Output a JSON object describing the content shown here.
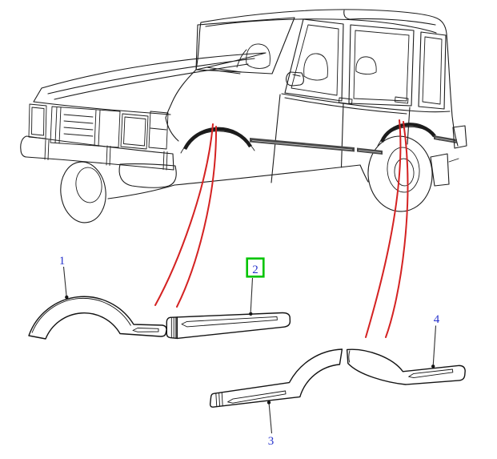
{
  "diagram": {
    "description": "vehicle body side mouldings parts diagram",
    "callouts": [
      {
        "number": "1",
        "part": "front-wheel-arch-moulding",
        "highlighted": false
      },
      {
        "number": "2",
        "part": "front-door-moulding-strip",
        "highlighted": true
      },
      {
        "number": "3",
        "part": "rear-sill-and-arch-moulding",
        "highlighted": false
      },
      {
        "number": "4",
        "part": "rear-quarter-arch-moulding",
        "highlighted": false
      }
    ],
    "colors": {
      "line": "#1c1c1c",
      "leader_red": "#d42222",
      "label_blue": "#2733cc",
      "highlight_green": "#00c400",
      "background": "#ffffff"
    }
  }
}
